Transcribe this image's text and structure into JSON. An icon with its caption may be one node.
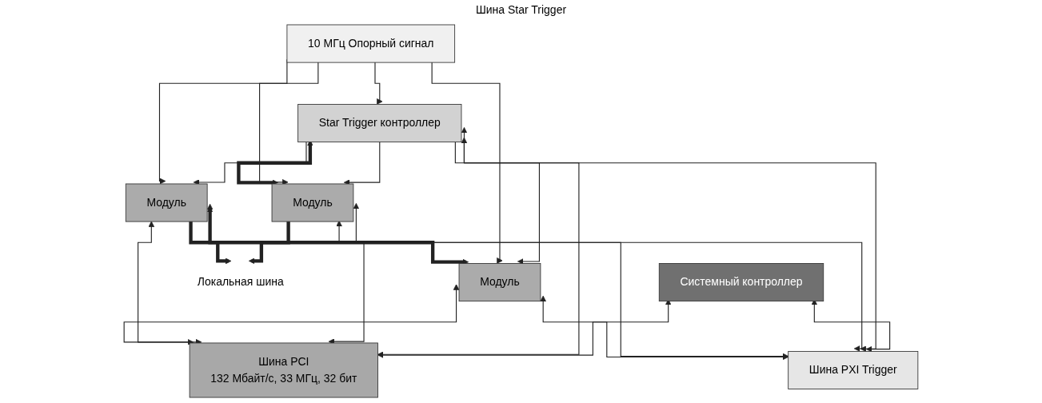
{
  "diagram": {
    "nodes": [
      {
        "text": [
          "10 МГц Опорный сигнал"
        ]
      },
      {
        "text": [
          "Системный контроллер"
        ]
      },
      {
        "text": [
          "Star Trigger контроллер"
        ]
      },
      {
        "text": [
          "Модуль"
        ]
      },
      {
        "text": [
          "Локальная шина"
        ]
      },
      {
        "text": [
          "Модуль"
        ]
      },
      {
        "text": [
          "Модуль"
        ]
      },
      {
        "text": [
          "Шина PCI",
          "132 Мбайт/с, 33 МГц, 32 бит"
        ]
      },
      {
        "text": [
          "Шина PXI Trigger"
        ]
      }
    ],
    "edges": [
      {
        "from": 2,
        "to": 3,
        "arrow": "to"
      },
      {
        "from": 2,
        "to": 5,
        "arrow": "to"
      },
      {
        "from": 2,
        "to": 6,
        "arrow": "to"
      },
      {
        "from": 0,
        "to": 2,
        "arrow": "to"
      },
      {
        "from": 0,
        "to": 3,
        "arrow": "to"
      },
      {
        "from": 0,
        "to": 5,
        "arrow": "to"
      },
      {
        "from": 0,
        "to": 6,
        "arrow": "to"
      },
      {
        "from": 2,
        "to": 3,
        "arrow": "both",
        "style": "thick"
      },
      {
        "from": 3,
        "to": 4,
        "arrow": "to",
        "style": "thick"
      },
      {
        "from": 5,
        "to": 4,
        "arrow": "to",
        "style": "thick"
      },
      {
        "from": 5,
        "to": 6,
        "arrow": "both",
        "style": "thick"
      },
      {
        "from": 1,
        "to": 7,
        "arrow": "both"
      },
      {
        "from": 2,
        "to": 7,
        "arrow": "both"
      },
      {
        "from": 3,
        "to": 7,
        "arrow": "both"
      },
      {
        "from": 5,
        "to": 7,
        "arrow": "both"
      },
      {
        "from": 6,
        "to": 7,
        "arrow": "both"
      },
      {
        "from": 1,
        "to": 8,
        "arrow": "both"
      },
      {
        "from": 2,
        "to": 8,
        "arrow": "both"
      },
      {
        "from": 3,
        "to": 8,
        "arrow": "both"
      },
      {
        "from": 5,
        "to": 8,
        "arrow": "both"
      },
      {
        "from": 6,
        "to": 8,
        "arrow": "both"
      }
    ],
    "labels": [
      "Шина Star Trigger"
    ]
  }
}
